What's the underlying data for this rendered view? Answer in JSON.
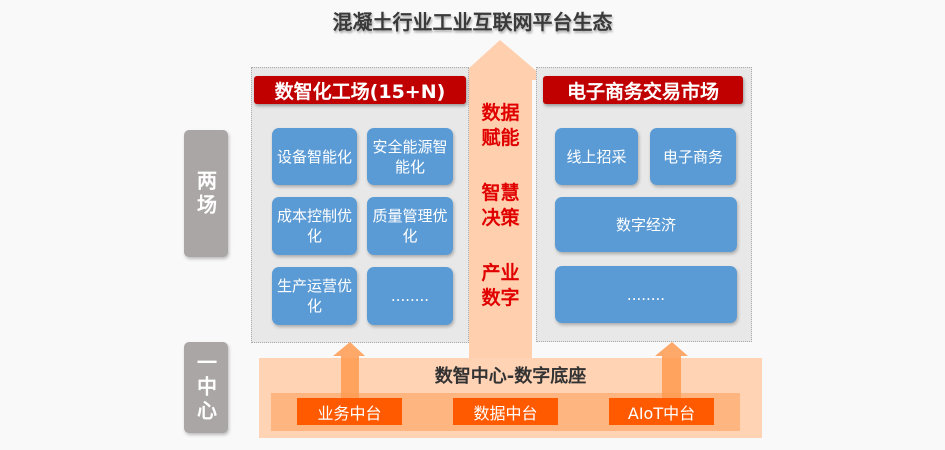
{
  "title": "混凝土行业工业互联网平台生态",
  "side_labels": {
    "two_fields": "两场",
    "one_center": "一中心"
  },
  "left_panel": {
    "header": "数智化工场(15+N)",
    "items": [
      "设备智能化",
      "安全能源智能化",
      "成本控制优化",
      "质量管理优化",
      "生产运营优化",
      "........"
    ]
  },
  "right_panel": {
    "header": "电子商务交易市场",
    "items": [
      "线上招采",
      "电子商务",
      "数字经济",
      "........"
    ]
  },
  "arrow_text": [
    "数据",
    "赋能",
    "智慧",
    "决策",
    "产业",
    "数字"
  ],
  "center": {
    "title": "数智中心-数字底座",
    "platforms": [
      "业务中台",
      "数据中台",
      "AIoT中台"
    ]
  }
}
